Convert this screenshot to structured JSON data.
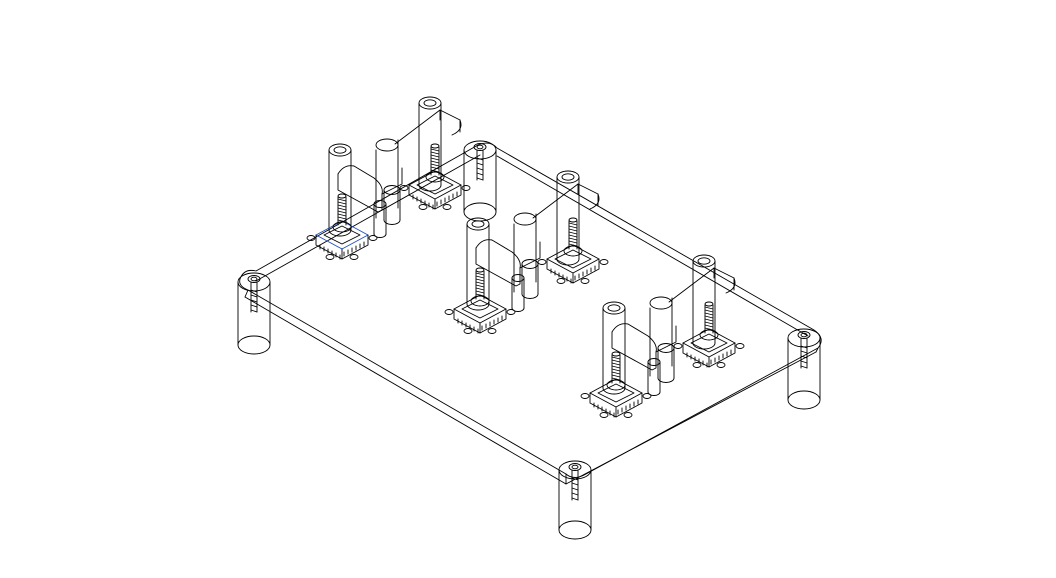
{
  "colors": {
    "background": "#ffffff",
    "line": "#000000",
    "highlight": "#1f4fbf"
  },
  "model": {
    "plates": 1,
    "legs": 4,
    "modules": 3,
    "bases_per_module": 2
  }
}
